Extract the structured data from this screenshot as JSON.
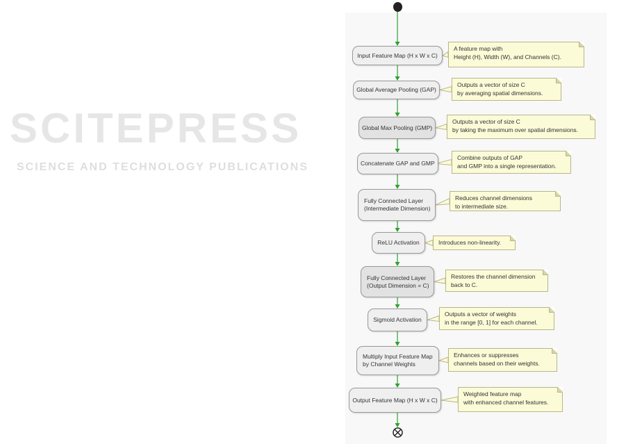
{
  "watermark": {
    "title": "SCITEPRESS",
    "subtitle": "SCIENCE AND TECHNOLOGY PUBLICATIONS"
  },
  "colors": {
    "arrow": "#2ea02e",
    "node_fill": "#efefef",
    "note_fill": "#fbfbd8",
    "note_border": "#b8b58a"
  },
  "steps": [
    {
      "label": "Input Feature Map (H x W x C)",
      "note": [
        "A feature map with",
        "Height (H), Width (W), and Channels (C)."
      ]
    },
    {
      "label": "Global Average Pooling (GAP)",
      "note": [
        "Outputs a vector of size C",
        "by averaging spatial dimensions."
      ]
    },
    {
      "label": "Global Max Pooling (GMP)",
      "note": [
        "Outputs a vector of size C",
        "by taking the maximum over spatial dimensions."
      ]
    },
    {
      "label": "Concatenate GAP and GMP",
      "note": [
        "Combine outputs of GAP",
        "and GMP into a single representation."
      ]
    },
    {
      "label": [
        "Fully Connected Layer",
        "(Intermediate Dimension)"
      ],
      "note": [
        "Reduces channel dimensions",
        "to intermediate size."
      ]
    },
    {
      "label": "ReLU Activation",
      "note": [
        "Introduces non-linearity."
      ]
    },
    {
      "label": [
        "Fully Connected Layer",
        "(Output Dimension = C)"
      ],
      "note": [
        "Restores the channel dimension",
        "back to C."
      ]
    },
    {
      "label": "Sigmoid Activation",
      "note": [
        "Outputs a vector of weights",
        "in the range [0, 1] for each channel."
      ]
    },
    {
      "label": [
        "Multiply Input Feature Map",
        "by Channel Weights"
      ],
      "note": [
        "Enhances or suppresses",
        "channels based on their weights."
      ]
    },
    {
      "label": "Output Feature Map (H x W x C)",
      "note": [
        "Weighted feature map",
        "with enhanced channel features."
      ]
    }
  ]
}
